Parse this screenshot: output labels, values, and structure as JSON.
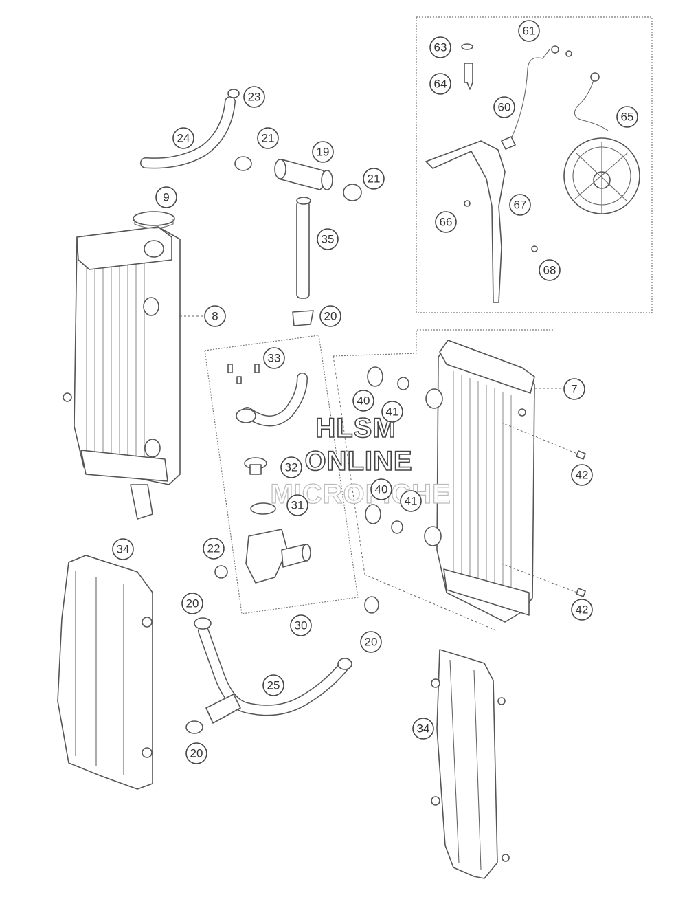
{
  "watermark": {
    "line1": "HLSM",
    "line2": "ONLINE",
    "line3": "MICROFICHE"
  },
  "callouts": [
    {
      "id": "c7",
      "label": "7"
    },
    {
      "id": "c8",
      "label": "8"
    },
    {
      "id": "c9",
      "label": "9"
    },
    {
      "id": "c19",
      "label": "19"
    },
    {
      "id": "c20a",
      "label": "20"
    },
    {
      "id": "c20b",
      "label": "20"
    },
    {
      "id": "c20c",
      "label": "20"
    },
    {
      "id": "c20d",
      "label": "20"
    },
    {
      "id": "c21a",
      "label": "21"
    },
    {
      "id": "c21b",
      "label": "21"
    },
    {
      "id": "c22",
      "label": "22"
    },
    {
      "id": "c23",
      "label": "23"
    },
    {
      "id": "c24",
      "label": "24"
    },
    {
      "id": "c25",
      "label": "25"
    },
    {
      "id": "c30",
      "label": "30"
    },
    {
      "id": "c31",
      "label": "31"
    },
    {
      "id": "c32",
      "label": "32"
    },
    {
      "id": "c33",
      "label": "33"
    },
    {
      "id": "c34a",
      "label": "34"
    },
    {
      "id": "c34b",
      "label": "34"
    },
    {
      "id": "c35",
      "label": "35"
    },
    {
      "id": "c40a",
      "label": "40"
    },
    {
      "id": "c40b",
      "label": "40"
    },
    {
      "id": "c41a",
      "label": "41"
    },
    {
      "id": "c41b",
      "label": "41"
    },
    {
      "id": "c42a",
      "label": "42"
    },
    {
      "id": "c42b",
      "label": "42"
    },
    {
      "id": "c60",
      "label": "60"
    },
    {
      "id": "c61",
      "label": "61"
    },
    {
      "id": "c63",
      "label": "63"
    },
    {
      "id": "c64",
      "label": "64"
    },
    {
      "id": "c65",
      "label": "65"
    },
    {
      "id": "c66",
      "label": "66"
    },
    {
      "id": "c67",
      "label": "67"
    },
    {
      "id": "c68",
      "label": "68"
    }
  ]
}
